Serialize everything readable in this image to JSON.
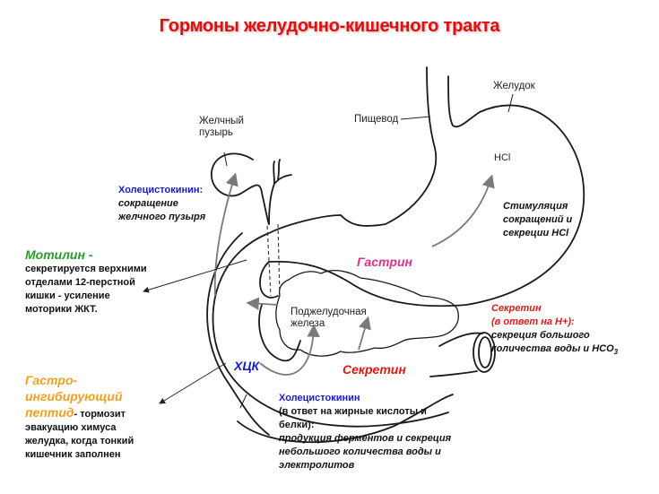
{
  "title": "Гормоны желудочно-кишечного тракта",
  "anatomy": {
    "gallbladder": [
      "Желчный",
      "пузырь"
    ],
    "esophagus": "Пищевод",
    "stomach": "Желудок",
    "hcl": "HCl",
    "pancreas": [
      "Поджелудочная",
      "железа"
    ]
  },
  "hormones": {
    "gastrin": "Гастрин",
    "secretin": "Секретин",
    "cck_abbr": "ХЦК"
  },
  "annotations": {
    "cck_gallbladder": {
      "name": "Холецистокинин:",
      "lines": [
        "сокращение",
        "желчного пузыря"
      ]
    },
    "gastrin_effect": {
      "lines": [
        "Стимуляция",
        "сокращений и",
        "секреции HCl"
      ]
    },
    "motilin": {
      "name": "Мотилин -",
      "lines": [
        "секретируется верхними",
        "отделами 12-перстной",
        "кишки -  усиление",
        "моторики ЖКТ."
      ]
    },
    "secretin_effect": {
      "name_lines": [
        "Секретин",
        "(в ответ на Н+):"
      ],
      "lines": [
        "секреция большого",
        "количества воды и НСО"
      ],
      "subscript": "3"
    },
    "gip": {
      "name_lines": [
        "Гастро-",
        "ингибирующий",
        "пептид"
      ],
      "tail": "- тормозит",
      "lines": [
        "эвакуацию химуса",
        "желудка, когда тонкий",
        "кишечник заполнен"
      ]
    },
    "cck_pancreas": {
      "name": "Холецистокинин",
      "lines": [
        "(в ответ на жирные кислоты и",
        "белки):"
      ],
      "italic_lines": [
        "продукция ферментов и  секреция",
        "небольшого количества воды и",
        "электролитов"
      ]
    }
  },
  "colors": {
    "title": "#e01010",
    "cck": "#1a1ad0",
    "gastrin": "#e0308c",
    "secretin": "#e01818",
    "motilin": "#2a9a2a",
    "gip": "#f0a020",
    "arrow": "#808080",
    "outline": "#1a1a1a"
  }
}
